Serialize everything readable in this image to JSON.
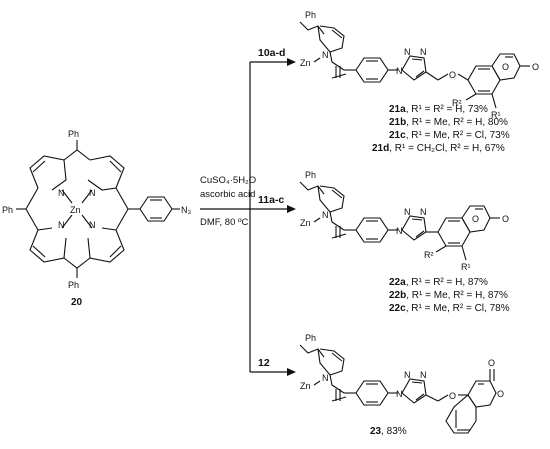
{
  "starting_material": {
    "label": "20",
    "atoms": {
      "ph": "Ph",
      "zn": "Zn",
      "n": "N",
      "azide": "N₃"
    }
  },
  "conditions": {
    "line1": "CuSO₄·5H₂O",
    "line2": "ascorbic acid",
    "line3": "DMF, 80 ºC"
  },
  "reagents": {
    "top": "10a-d",
    "middle": "11a-c",
    "bottom": "12"
  },
  "fragment_atoms": {
    "ph": "Ph",
    "n": "N",
    "zn": "Zn",
    "o": "O",
    "r1": "R¹",
    "r2": "R²"
  },
  "products": {
    "p21": [
      {
        "id": "21a",
        "desc": ", R¹ = R² = H, 73%"
      },
      {
        "id": "21b",
        "desc": ", R¹ = Me, R² = H, 80%"
      },
      {
        "id": "21c",
        "desc": ", R¹ = Me, R² = Cl, 73%"
      },
      {
        "id": "21d",
        "desc": ", R¹ = CH₂Cl, R² = H, 67%"
      }
    ],
    "p22": [
      {
        "id": "22a",
        "desc": ", R¹ = R² = H, 87%"
      },
      {
        "id": "22b",
        "desc": ", R¹ = Me, R² = H, 87%"
      },
      {
        "id": "22c",
        "desc": ", R¹ = Me, R² = Cl, 78%"
      }
    ],
    "p23": [
      {
        "id": "23",
        "desc": ", 83%"
      }
    ]
  }
}
